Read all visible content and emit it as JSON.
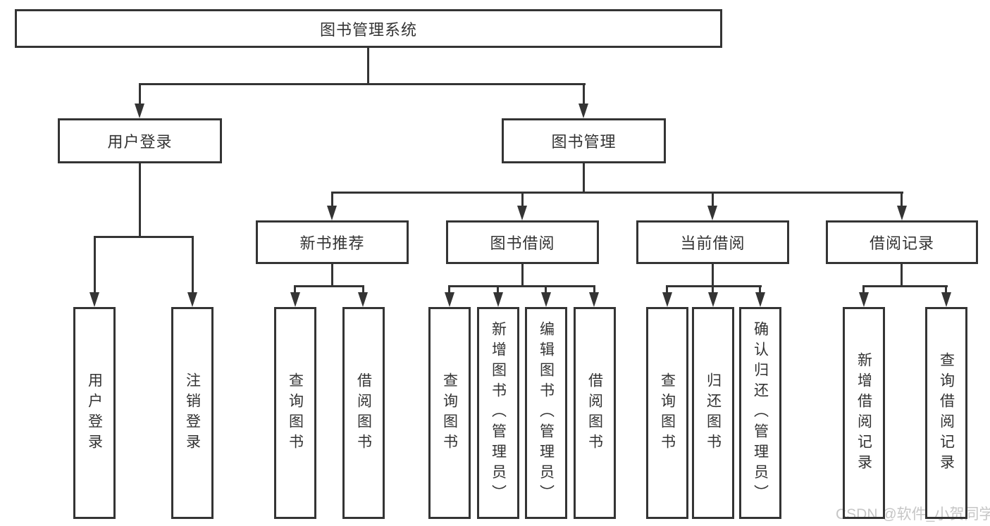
{
  "tree": {
    "label": "图书管理系统",
    "children": [
      {
        "label": "用户登录",
        "children": [
          {
            "label": "用户登录"
          },
          {
            "label": "注销登录"
          }
        ]
      },
      {
        "label": "图书管理",
        "children": [
          {
            "label": "新书推荐",
            "children": [
              {
                "label": "查询图书"
              },
              {
                "label": "借阅图书"
              }
            ]
          },
          {
            "label": "图书借阅",
            "children": [
              {
                "label": "查询图书"
              },
              {
                "label": "新增图书（管理员）"
              },
              {
                "label": "编辑图书（管理员）"
              },
              {
                "label": "借阅图书"
              }
            ]
          },
          {
            "label": "当前借阅",
            "children": [
              {
                "label": "查询图书"
              },
              {
                "label": "归还图书"
              },
              {
                "label": "确认归还（管理员）"
              }
            ]
          },
          {
            "label": "借阅记录",
            "children": [
              {
                "label": "新增借阅记录"
              },
              {
                "label": "查询借阅记录"
              }
            ]
          }
        ]
      }
    ]
  },
  "watermark": {
    "text": "CSDN @软件_小贺同学"
  },
  "colors": {
    "line": "#343434",
    "text": "#333333",
    "watermark": "#c6c6c6",
    "background": "#ffffff"
  }
}
